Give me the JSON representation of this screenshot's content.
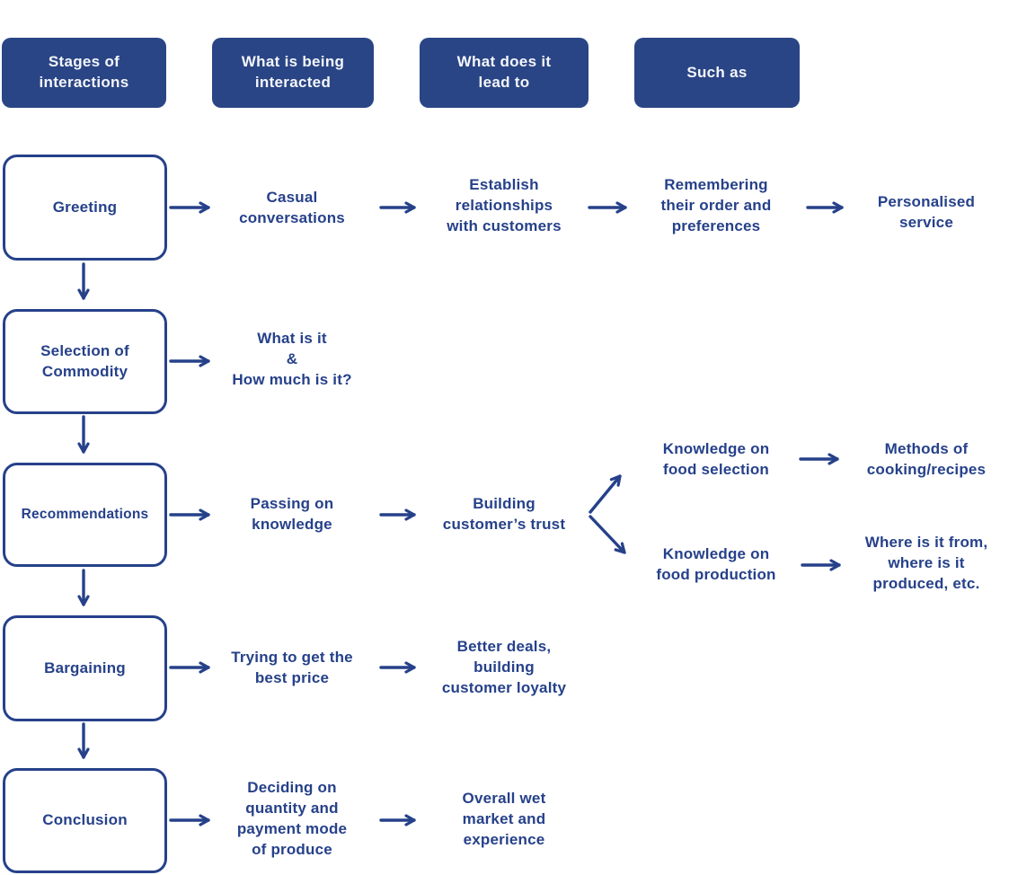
{
  "colors": {
    "navy": "#26418a",
    "header_bg": "#2a4585",
    "header_text": "#f4f6fb",
    "background": "#ffffff"
  },
  "headers": [
    {
      "label": "Stages of\ninteractions"
    },
    {
      "label": "What is being\ninteracted"
    },
    {
      "label": "What does it\nlead to"
    },
    {
      "label": "Such as"
    }
  ],
  "stages": [
    {
      "label": "Greeting"
    },
    {
      "label": "Selection of\nCommodity"
    },
    {
      "label": "Recommendations"
    },
    {
      "label": "Bargaining"
    },
    {
      "label": "Conclusion"
    }
  ],
  "flow": {
    "greeting": {
      "what": "Casual\nconversations",
      "leads_to": "Establish\nrelationships\nwith customers",
      "such_as": "Remembering\ntheir order and\npreferences",
      "outcome": "Personalised\nservice"
    },
    "selection": {
      "what": "What is it\n&\nHow much is it?"
    },
    "recommendations": {
      "what": "Passing on\nknowledge",
      "leads_to": "Building\ncustomer’s trust",
      "branch_top": {
        "such_as": "Knowledge on\nfood selection",
        "outcome": "Methods of\ncooking/recipes"
      },
      "branch_bottom": {
        "such_as": "Knowledge on\nfood production",
        "outcome": "Where is it from,\nwhere is it\nproduced, etc."
      }
    },
    "bargaining": {
      "what": "Trying to get the\nbest price",
      "leads_to": "Better deals,\nbuilding\ncustomer loyalty"
    },
    "conclusion": {
      "what": "Deciding on\nquantity and\npayment mode\nof produce",
      "leads_to": "Overall wet\nmarket and\nexperience"
    }
  }
}
